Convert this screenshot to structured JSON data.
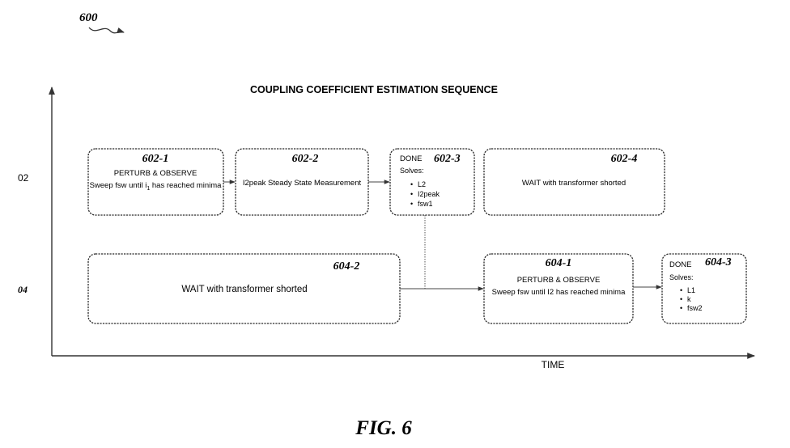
{
  "figure_ref": "600",
  "title": "COUPLING COEFFICIENT ESTIMATION SEQUENCE",
  "row_labels": {
    "row1": "02",
    "row2": "04"
  },
  "x_axis_label": "TIME",
  "caption": "FIG. 6",
  "boxes": {
    "b602_1": {
      "ref": "602-1",
      "line1": "PERTURB & OBSERVE",
      "line2_a": "Sweep fsw until i",
      "line2_sub": "1",
      "line2_b": " has reached minima"
    },
    "b602_2": {
      "ref": "602-2",
      "text": "I2peak Steady State Measurement"
    },
    "b602_3": {
      "ref": "602-3",
      "done": "DONE",
      "solves": "Solves:",
      "items": [
        "L2",
        "I2peak",
        "fsw1"
      ]
    },
    "b602_4": {
      "ref": "602-4",
      "text": "WAIT with transformer shorted"
    },
    "b604_2": {
      "ref": "604-2",
      "text": "WAIT with transformer shorted"
    },
    "b604_1": {
      "ref": "604-1",
      "line1": "PERTURB & OBSERVE",
      "line2": "Sweep fsw until I2 has reached minima"
    },
    "b604_3": {
      "ref": "604-3",
      "done": "DONE",
      "solves": "Solves:",
      "items": [
        "L1",
        "k",
        "fsw2"
      ]
    }
  }
}
